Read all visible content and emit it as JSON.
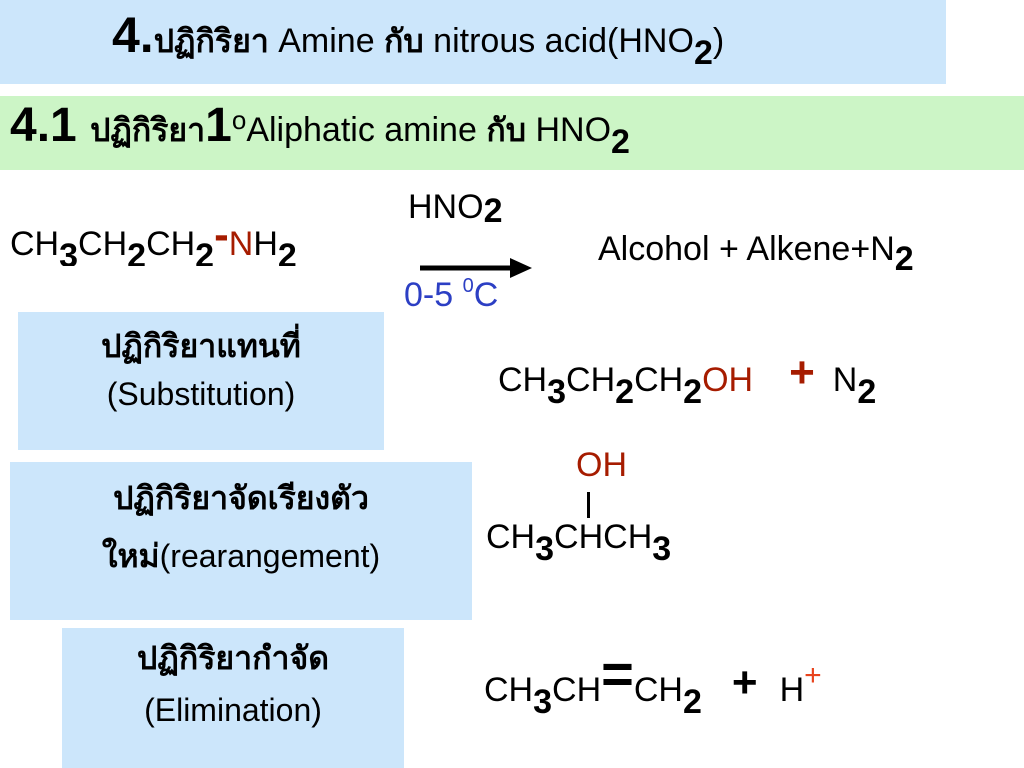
{
  "colors": {
    "title_bg": "#cce6fb",
    "subtitle_bg": "#ccf5c6",
    "label_bg": "#cce6fb",
    "product_red": "#a61c00",
    "condition_blue": "#2c3fc4",
    "h_plus": "#e8431c"
  },
  "title": {
    "number": "4.",
    "thai_word": "ปฏิกิริยา",
    "text": " Amine ",
    "thai_with": "กับ",
    "text2": " nitrous acid(HNO",
    "sub": "2",
    "close": ")"
  },
  "subtitle": {
    "number": "4.1 ",
    "thai_word": "ปฏิกิริยา",
    "degree_num": "1",
    "degree_sym": "o",
    "text": "Aliphatic amine ",
    "thai_with": "กับ",
    "text2": " HNO",
    "sub": "2"
  },
  "reaction": {
    "reactant": {
      "ch": "CH",
      "s3": "3",
      "ch2a": "CH",
      "s2a": "2",
      "ch2b": "CH",
      "s2b": "2",
      "dash": "-",
      "n": "N",
      "h": "H",
      "s2c": "2"
    },
    "reagent": {
      "text": "HNO",
      "sub": "2"
    },
    "condition": {
      "text": "0-5 ",
      "sup": "0",
      "unit": "C"
    },
    "products_summary": {
      "text": "Alcohol + Alkene+N",
      "sub": "2"
    }
  },
  "pathways": [
    {
      "label_thai": "ปฏิกิริยาแทนที่",
      "label_en": "(Substitution)"
    },
    {
      "label_thai": "ปฏิกิริยาจัดเรียงตัว",
      "label_thai2": "ใหม่",
      "label_en": "(rearangement)"
    },
    {
      "label_thai": "ปฏิกิริยากำจัด",
      "label_en": "(Elimination)"
    }
  ],
  "products": {
    "substitution": {
      "ch": "CH",
      "s3": "3",
      "ch2a": "CH",
      "s2a": "2",
      "ch2b": "CH",
      "s2b": "2",
      "oh": "OH",
      "plus": "+",
      "n": "N",
      "s2c": "2"
    },
    "rearrangement": {
      "oh": "OH",
      "ch": "CH",
      "s3": "3",
      "chch": "CHCH",
      "s3b": "3"
    },
    "elimination": {
      "ch": "CH",
      "s3": "3",
      "ch2": "CH",
      "eq": "=",
      "ch2b": "CH",
      "s2": "2",
      "plus": "+",
      "h": "H",
      "hsup": "+"
    }
  }
}
